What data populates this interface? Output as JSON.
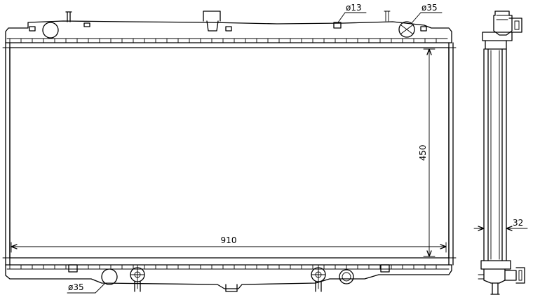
{
  "dimensions": {
    "width": "910",
    "height": "450",
    "depth": "32",
    "top_inlet_diameter": "ø35",
    "top_bleed_diameter": "ø13",
    "bottom_outlet_diameter": "ø35"
  },
  "colors": {
    "line": "#000000",
    "background": "#ffffff"
  }
}
